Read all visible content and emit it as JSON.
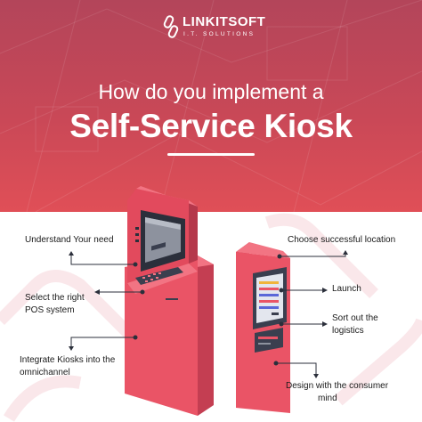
{
  "brand": {
    "name": "LINKITSOFT",
    "tagline": "I.T. SOLUTIONS"
  },
  "headline": {
    "line1": "How do you implement a",
    "line2": "Self-Service Kiosk"
  },
  "steps_left": [
    {
      "line1": "Understand Your need",
      "line2": ""
    },
    {
      "line1": "Select the right",
      "line2": "POS system"
    },
    {
      "line1": "Integrate Kiosks into the",
      "line2": "omnichannel"
    }
  ],
  "steps_right": [
    {
      "line1": "Choose successful location",
      "line2": ""
    },
    {
      "line1": "Launch",
      "line2": ""
    },
    {
      "line1": "Sort out the",
      "line2": "logistics"
    },
    {
      "line1": "Design with the consumer",
      "line2": "mind"
    }
  ],
  "colors": {
    "hero_top": "#b3455a",
    "hero_bottom": "#e04f57",
    "kiosk_front": "#ea5466",
    "kiosk_side": "#c43e52",
    "kiosk_top": "#f27483",
    "screen": "#3a3f4f",
    "text_dark": "#1a1a1a"
  }
}
